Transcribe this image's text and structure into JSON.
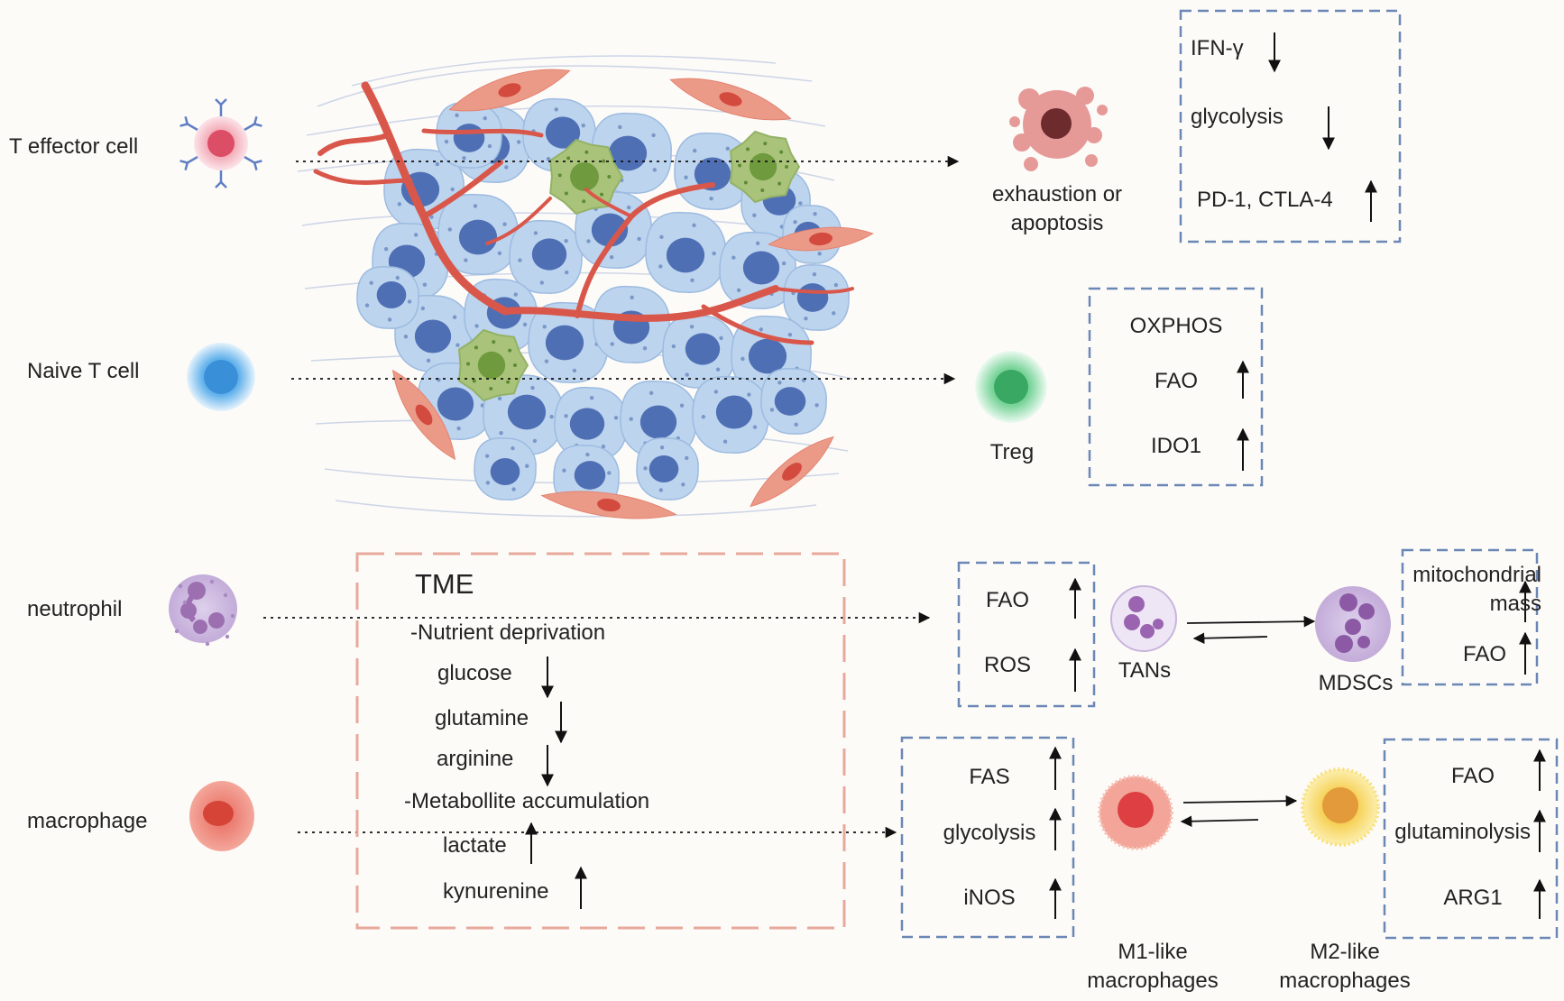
{
  "cells": {
    "t_effector": "T effector cell",
    "naive_t": "Naive T cell",
    "neutrophil": "neutrophil",
    "macrophage": "macrophage"
  },
  "outcomes": {
    "exhaustion": "exhaustion or\napoptosis",
    "treg": "Treg",
    "tans": "TANs",
    "mdscs": "MDSCs",
    "m1": "M1-like\nmacrophages",
    "m2": "M2-like\nmacrophages"
  },
  "tme": {
    "title": "TME",
    "nutrient": "-Nutrient deprivation",
    "glucose": "glucose",
    "glutamine": "glutamine",
    "arginine": "arginine",
    "metabolite": "-Metabollite accumulation",
    "lactate": "lactate",
    "kynurenine": "kynurenine"
  },
  "boxes": {
    "teff": {
      "ifn": "IFN-γ",
      "glycolysis": "glycolysis",
      "pd1": "PD-1, CTLA-4"
    },
    "treg": {
      "oxphos": "OXPHOS",
      "fao": "FAO",
      "ido1": "IDO1"
    },
    "tan": {
      "fao": "FAO",
      "ros": "ROS"
    },
    "mdsc": {
      "mito": "mitochondrial\nmass",
      "fao": "FAO"
    },
    "m1": {
      "fas": "FAS",
      "glycolysis": "glycolysis",
      "inos": "iNOS"
    },
    "m2": {
      "fao": "FAO",
      "glutaminolysis": "glutaminolysis",
      "arg1": "ARG1"
    }
  },
  "colors": {
    "box_border": "#6b87b5",
    "tme_border": "#e8a99c",
    "vessel": "#d9574a",
    "tumor_cell": "#bcd4ee",
    "tumor_nucleus": "#4f6fb5",
    "fibroblast": "#ec9a88",
    "green_cell": "#a9c47a"
  }
}
